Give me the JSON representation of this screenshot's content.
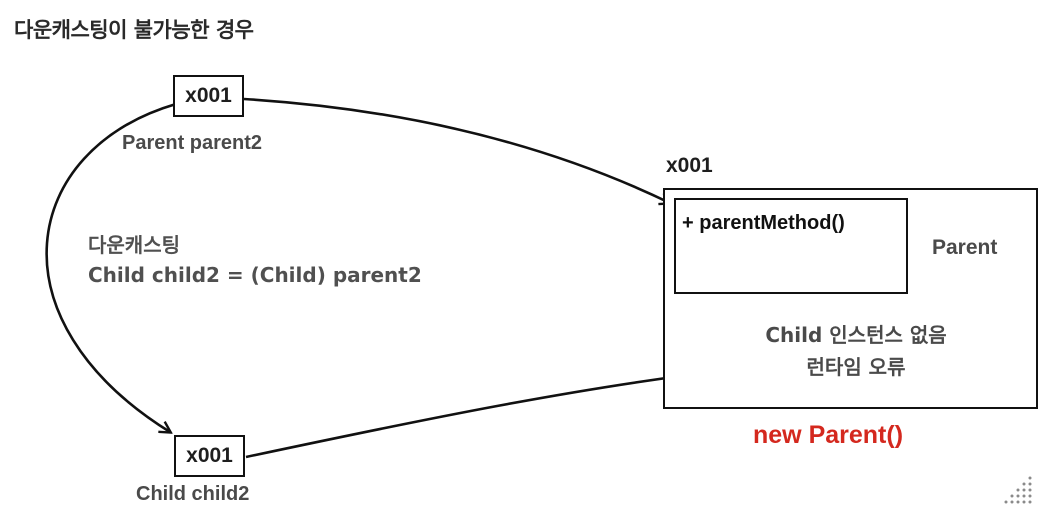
{
  "title": "다운캐스팅이 불가능한 경우",
  "parent_ref": {
    "address": "x001",
    "label": "Parent parent2"
  },
  "child_ref": {
    "address": "x001",
    "label": "Child child2"
  },
  "downcast_note": {
    "line1": "다운캐스팅",
    "line2": "Child child2 = (Child) parent2"
  },
  "object": {
    "address": "x001",
    "method": "+ parentMethod()",
    "class_name": "Parent",
    "error_line1": "Child 인스턴스 없음",
    "error_line2": "런타임 오류",
    "constructor": "new Parent()"
  },
  "colors": {
    "error_red": "#d4281e",
    "line": "#111111",
    "muted_text": "#4a4a4a"
  },
  "icons": [
    "cross-mark-icon",
    "mouse-cursor-icon",
    "resize-grip-icon"
  ]
}
